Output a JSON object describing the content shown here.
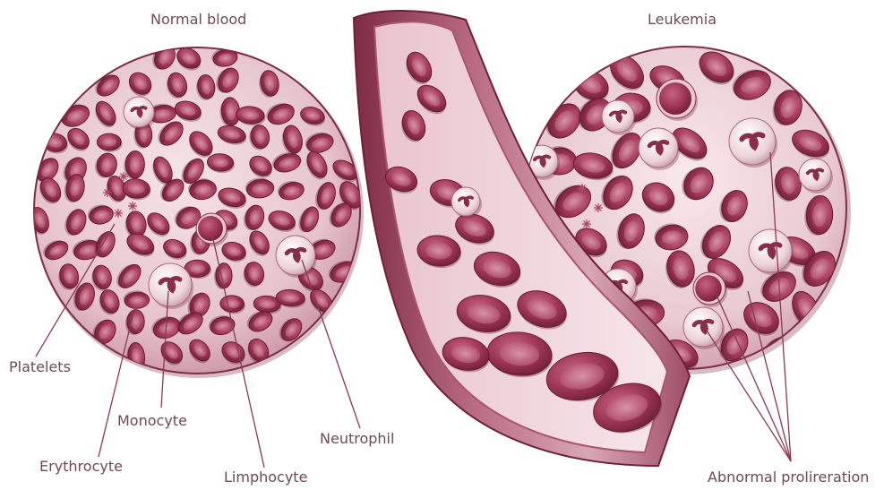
{
  "titles": {
    "normal": "Normal blood",
    "leukemia": "Leukemia"
  },
  "labels": {
    "platelets": "Platelets",
    "monocyte": "Monocyte",
    "erythrocyte": "Erythrocyte",
    "limphocyte": "Limphocyte",
    "neutrophil": "Neutrophil",
    "abnormal": "Abnormal prolireration"
  },
  "colors": {
    "text": "#6d4a55",
    "leader": "#8a3a52",
    "circle_fill": "#efd7de",
    "circle_edge": "#7a2e47",
    "rbc_dark": "#8f2f4c",
    "rbc_mid": "#b0526d",
    "rbc_light": "#d9a1b1",
    "wbc_fill": "#f4e6ea",
    "vessel_outer": "#9b4863",
    "vessel_inner": "#c98fa1"
  }
}
